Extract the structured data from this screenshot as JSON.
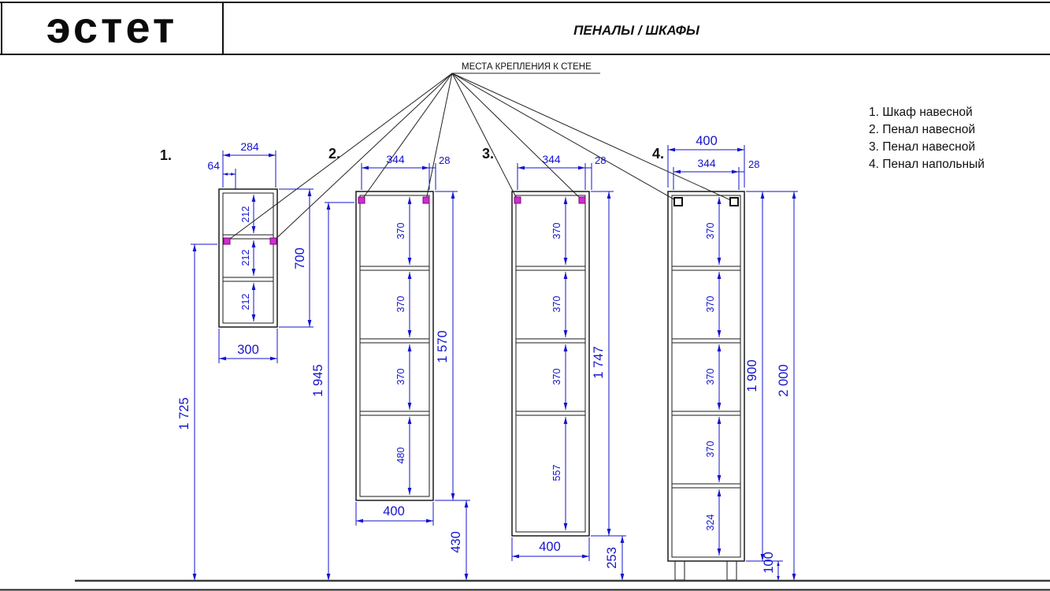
{
  "header": {
    "logo": "эстет",
    "title": "ПЕНАЛЫ / ШКАФЫ"
  },
  "annotation": {
    "wall_mount_label": "МЕСТА КРЕПЛЕНИЯ К СТЕНЕ"
  },
  "legend": {
    "items": [
      "1. Шкаф навесной",
      "2. Пенал навесной",
      "3. Пенал навесной",
      "4. Пенал напольный"
    ]
  },
  "colors": {
    "dimension_blue": "#1515cd",
    "attachment_magenta": "#d32bd4",
    "outline_black": "#1a1a1a"
  },
  "cabinets": {
    "c1": {
      "label": "1.",
      "dim_top_width": "284",
      "dim_offset": "64",
      "sections": [
        "212",
        "212",
        "212"
      ],
      "dim_height": "700",
      "dim_bottom_width": "300",
      "dim_floor_height": "1 725"
    },
    "c2": {
      "label": "2.",
      "dim_top_width": "344",
      "dim_top_gap": "28",
      "sections": [
        "370",
        "370",
        "370",
        "480"
      ],
      "dim_height": "1 570",
      "dim_floor_height": "1 945",
      "dim_bottom_width": "400",
      "dim_bottom_gap": "430"
    },
    "c3": {
      "label": "3.",
      "dim_top_width": "344",
      "dim_top_gap": "28",
      "sections": [
        "370",
        "370",
        "370",
        "557"
      ],
      "dim_height": "1 747",
      "dim_bottom_width": "400",
      "dim_bottom_gap": "253"
    },
    "c4": {
      "label": "4.",
      "dim_outer_width": "400",
      "dim_top_width": "344",
      "dim_top_gap": "28",
      "sections": [
        "370",
        "370",
        "370",
        "370",
        "324"
      ],
      "dim_height": "1 900",
      "dim_total_height": "2 000",
      "dim_leg_height": "100"
    }
  }
}
